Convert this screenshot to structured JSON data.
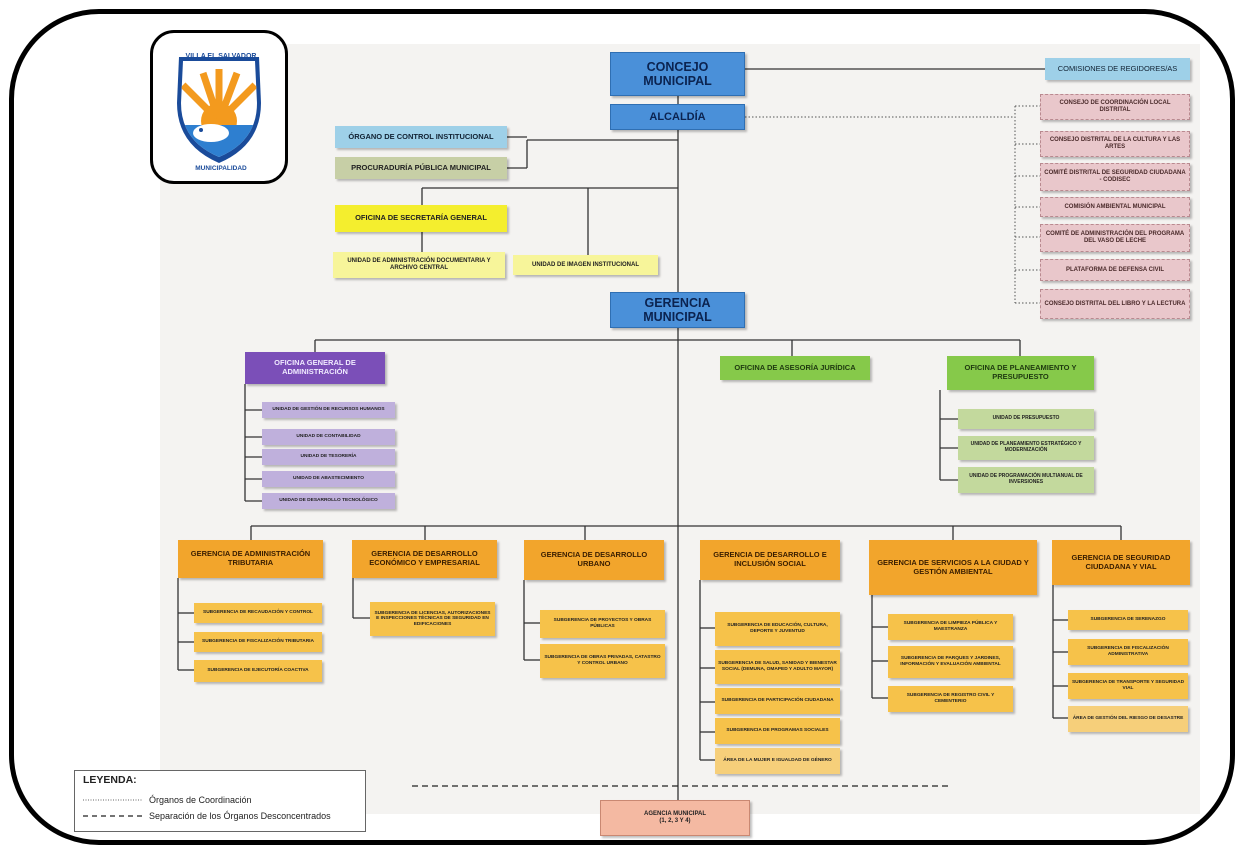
{
  "logo": {
    "text_top": "VILLA EL SALVADOR",
    "text_bottom": "MUNICIPALIDAD"
  },
  "top": {
    "concejo": "CONCEJO MUNICIPAL",
    "alcaldia": "ALCALDÍA",
    "gerencia": "GERENCIA MUNICIPAL",
    "comisiones": "COMISIONES DE REGIDORES/AS"
  },
  "coordination": [
    "CONSEJO DE COORDINACIÓN LOCAL DISTRITAL",
    "CONSEJO DISTRITAL DE LA CULTURA Y LAS ARTES",
    "COMITÉ DISTRITAL DE SEGURIDAD CIUDADANA - CODISEC",
    "COMISIÓN AMBIENTAL MUNICIPAL",
    "COMITÉ DE ADMINISTRACIÓN DEL PROGRAMA DEL VASO DE LECHE",
    "PLATAFORMA DE DEFENSA CIVIL",
    "CONSEJO DISTRITAL DEL LIBRO Y LA LECTURA"
  ],
  "control": {
    "oci": "ÓRGANO DE CONTROL INSTITUCIONAL",
    "procuraduria": "PROCURADURÍA PÚBLICA MUNICIPAL"
  },
  "secretaria": {
    "oficina": "OFICINA DE SECRETARÍA GENERAL",
    "unidad_doc": "UNIDAD DE ADMINISTRACIÓN DOCUMENTARIA Y ARCHIVO CENTRAL",
    "unidad_imagen": "UNIDAD DE IMAGEN INSTITUCIONAL"
  },
  "administracion": {
    "title": "OFICINA GENERAL DE ADMINISTRACIÓN",
    "units": [
      "UNIDAD DE GESTIÓN DE RECURSOS HUMANOS",
      "UNIDAD DE CONTABILIDAD",
      "UNIDAD DE TESORERÍA",
      "UNIDAD DE ABASTECIMIENTO",
      "UNIDAD DE DESARROLLO TECNOLÓGICO"
    ]
  },
  "asesoria": "OFICINA DE ASESORÍA JURÍDICA",
  "planeamiento": {
    "title": "OFICINA DE PLANEAMIENTO Y PRESUPUESTO",
    "units": [
      "UNIDAD DE PRESUPUESTO",
      "UNIDAD DE PLANEAMIENTO ESTRATÉGICO Y MODERNIZACIÓN",
      "UNIDAD DE PROGRAMACIÓN MULTIANUAL DE INVERSIONES"
    ]
  },
  "gerencias": [
    {
      "title": "GERENCIA DE ADMINISTRACIÓN TRIBUTARIA",
      "subs": [
        "SUBGERENCIA DE RECAUDACIÓN Y CONTROL",
        "SUBGERENCIA DE FISCALIZACIÓN TRIBUTARIA",
        "SUBGERENCIA DE EJECUTORÍA COACTIVA"
      ]
    },
    {
      "title": "GERENCIA DE DESARROLLO ECONÓMICO Y EMPRESARIAL",
      "subs": [
        "SUBGERENCIA DE LICENCIAS, AUTORIZACIONES E INSPECCIONES TÉCNICAS DE SEGURIDAD EN EDIFICACIONES"
      ]
    },
    {
      "title": "GERENCIA DE DESARROLLO URBANO",
      "subs": [
        "SUBGERENCIA DE PROYECTOS Y OBRAS PÚBLICAS",
        "SUBGERENCIA DE OBRAS PRIVADAS, CATASTRO Y CONTROL URBANO"
      ]
    },
    {
      "title": "GERENCIA DE DESARROLLO E INCLUSIÓN SOCIAL",
      "subs": [
        "SUBGERENCIA DE EDUCACIÓN, CULTURA, DEPORTE Y JUVENTUD",
        "SUBGERENCIA DE SALUD, SANIDAD Y BIENESTAR SOCIAL (DEMUNA, OMAPED Y ADULTO MAYOR)",
        "SUBGERENCIA DE PARTICIPACIÓN CIUDADANA",
        "SUBGERENCIA DE PROGRAMAS SOCIALES",
        "ÁREA DE LA MUJER E IGUALDAD DE GÉNERO"
      ]
    },
    {
      "title": "GERENCIA DE SERVICIOS A LA CIUDAD Y GESTIÓN AMBIENTAL",
      "subs": [
        "SUBGERENCIA DE LIMPIEZA PÚBLICA Y MAESTRANZA",
        "SUBGERENCIA DE PARQUES Y JARDINES, INFORMACIÓN Y EVALUACIÓN AMBIENTAL",
        "SUBGERENCIA DE REGISTRO CIVIL Y CEMENTERIO"
      ]
    },
    {
      "title": "GERENCIA DE SEGURIDAD CIUDADANA Y VIAL",
      "subs": [
        "SUBGERENCIA DE SERENAZGO",
        "SUBGERENCIA DE FISCALIZACIÓN ADMINISTRATIVA",
        "SUBGERENCIA DE TRANSPORTE Y SEGURIDAD VIAL",
        "ÁREA DE GESTIÓN DEL RIESGO DE DESASTRE"
      ]
    }
  ],
  "agencia": {
    "title": "AGENCIA MUNICIPAL",
    "detail": "(1, 2, 3 Y 4)"
  },
  "legend": {
    "title": "LEYENDA:",
    "dotted": "Órganos de Coordinación",
    "dashed": "Separación de los Órganos  Desconcentrados"
  },
  "colors": {
    "blue": "#4a90d9",
    "coordination": "#e9c7cb",
    "control": "#9ed0e8",
    "procuraduria": "#c7cfa6",
    "secretaria": "#f4ee2e",
    "administracion": "#7b4fb8",
    "planeamiento": "#86c94a",
    "gerencias": "#f2a52c",
    "subgerencias": "#f6c24a",
    "agencia": "#f4b9a2"
  }
}
